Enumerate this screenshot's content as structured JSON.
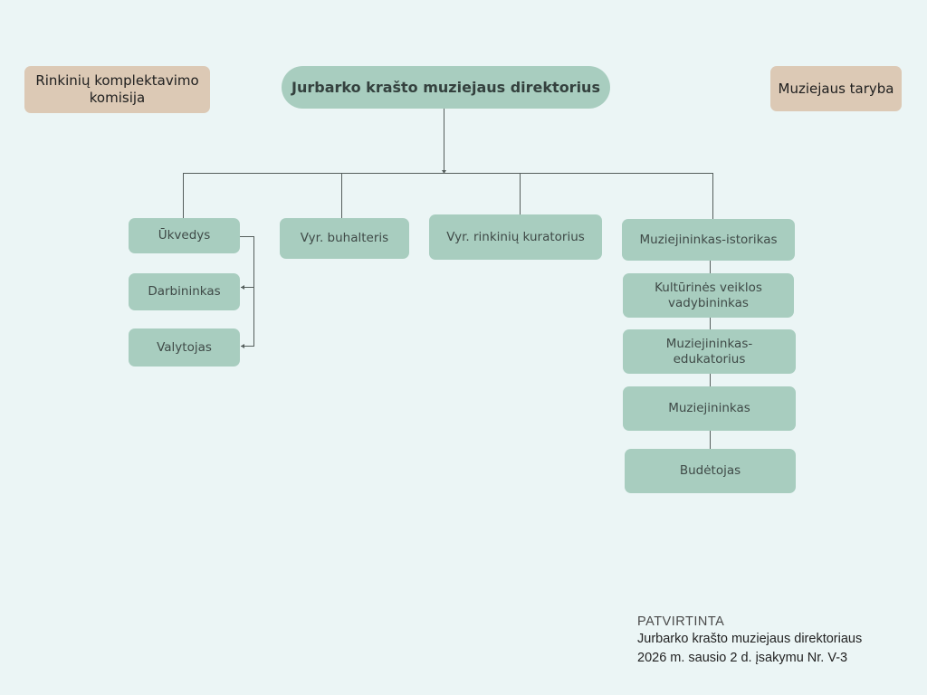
{
  "director": "Jurbarko krašto muziejaus direktorius",
  "side_left": "Rinkinių komplektavimo komisija",
  "side_right": "Muziejaus taryba",
  "branch_1": {
    "head": "Ūkvedys",
    "subs": [
      "Darbininkas",
      "Valytojas"
    ]
  },
  "branch_2": {
    "head": "Vyr. buhalteris"
  },
  "branch_3": {
    "head": "Vyr. rinkinių kuratorius"
  },
  "branch_4": {
    "head": "Muziejininkas-istorikas",
    "subs": [
      "Kultūrinės veiklos vadybininkas",
      "Muziejininkas-edukatorius",
      "Muziejininkas",
      "Budėtojas"
    ]
  },
  "approval": {
    "title": "PATVIRTINTA",
    "line1": "Jurbarko krašto muziejaus direktoriaus",
    "line2": "2026 m. sausio 2 d. įsakymu Nr. V-3"
  },
  "colors": {
    "background": "#ebf5f5",
    "box_green": "#a8cdbf",
    "box_tan": "#dcc9b5",
    "connector": "#555e5c"
  }
}
